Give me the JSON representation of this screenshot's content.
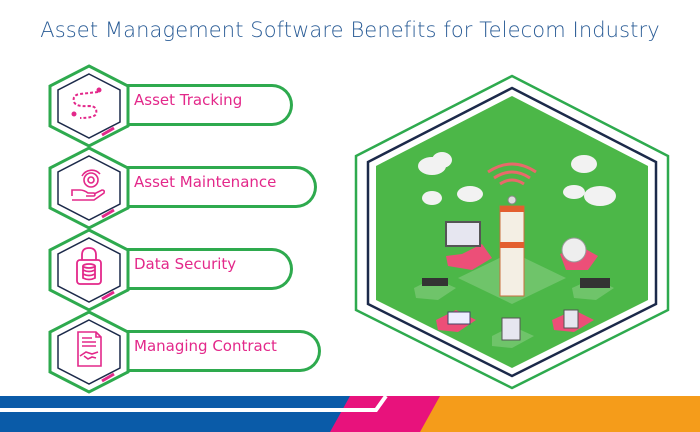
{
  "title": "Asset Management Software Benefits for Telecom Industry",
  "benefits": [
    {
      "label": "Asset Tracking",
      "icon": "route-map-pin-icon"
    },
    {
      "label": "Asset Maintenance",
      "icon": "gear-hand-icon"
    },
    {
      "label": "Data Security",
      "icon": "lock-database-icon"
    },
    {
      "label": "Managing Contract",
      "icon": "contract-handshake-icon"
    }
  ],
  "illustration": {
    "description": "Isometric telecom tower connected to devices",
    "elements": [
      "telecom-tower",
      "monitor",
      "satellite-dish",
      "router",
      "set-top-box",
      "van",
      "tablet",
      "phone",
      "clouds"
    ]
  },
  "colors": {
    "title": "#2a5c96",
    "accent_green": "#2eaa4e",
    "accent_pink": "#e3288a",
    "navy": "#1c2a4a",
    "bar_blue": "#0a5ba8",
    "bar_pink": "#e8127c",
    "bar_orange": "#f59c1a",
    "hex_fill": "#4cb748"
  }
}
